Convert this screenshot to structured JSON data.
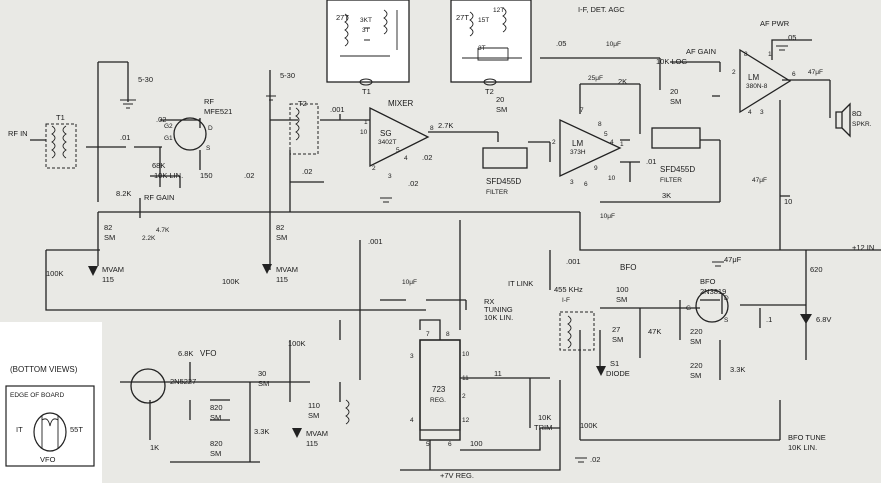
{
  "header": {
    "if_det_agc": "I-F, DET. AGC"
  },
  "af_power": {
    "title": "AF PWR",
    "ic": "LM",
    "ic_part": "380N-8",
    "cap_05": ".05",
    "cap_47uf": "47μF",
    "speaker": "8Ω",
    "speaker_label": "SPKR.",
    "pin8": "8",
    "pin1": "1",
    "pin2": "2",
    "pin6": "6",
    "pin4": "4",
    "pin3": "3"
  },
  "af_gain": {
    "title": "AF GAIN",
    "pot": "10K LOG",
    "cap_in": ".05",
    "cap_10uf": "10μF"
  },
  "rf_in": {
    "label": "RF IN"
  },
  "t1": {
    "label": "T1",
    "trimmer": "5-30",
    "cap_01": ".01",
    "cap_02": ".02"
  },
  "rf_amp": {
    "title": "RF",
    "part": "MFE521",
    "g2": "G2",
    "g1": "G1",
    "d": "D",
    "s": "S",
    "r68k": "68K",
    "r10k": "10K LIN.",
    "r150": "150",
    "c02": ".02",
    "r82k": "8.2K",
    "gain": "RF GAIN",
    "r47k": "4.7K",
    "r22k": "2.2K",
    "c82": "82",
    "c82_sm": "SM",
    "r100k": "100K",
    "mvam": "MVAM",
    "mvam_n": "115"
  },
  "t2": {
    "label": "T2",
    "trimmer": "5-30",
    "c001": ".001",
    "c02": ".02",
    "c82": "82",
    "c82_sm": "SM",
    "r100k": "100K",
    "mvam": "MVAM",
    "mvam_n": "115"
  },
  "mixer": {
    "title": "MIXER",
    "part": "SG",
    "part_num": "3402T",
    "pin1": "1",
    "pin10": "10",
    "pin8": "8",
    "pin2": "2",
    "pin5": "5",
    "pin4": "4",
    "pin3": "3",
    "r27k": "2.7K",
    "c02a": ".02",
    "c02b": ".02",
    "c001": ".001"
  },
  "filter1": {
    "cap": "20",
    "cap_sm": "SM",
    "label": "SFD455D",
    "sub": "FILTER"
  },
  "if_amp": {
    "ic": "LM",
    "part": "373H",
    "c25": "25μF",
    "r2k": "2K",
    "c01": ".01",
    "r3k": "3K",
    "c10uf": "10μF",
    "r10": "10",
    "pin7": "7",
    "pin8": "8",
    "pin5": "5",
    "pin4": "4",
    "pin1": "1",
    "pin2": "2",
    "pin9": "9",
    "pin10": "10",
    "pin3": "3",
    "pin6": "6"
  },
  "filter2": {
    "cap": "20",
    "cap_sm": "SM",
    "label": "SFD455D",
    "sub": "FILTER",
    "c47": "47μF"
  },
  "supply": {
    "plus12": "+12 IN",
    "c47": "47μF",
    "r620": "620",
    "zener": "6.8V",
    "reg_label": "+7V REG."
  },
  "bfo": {
    "title": "BFO",
    "part": "2N3819",
    "g": "G",
    "d": "D",
    "s": "S",
    "c100": "100",
    "c100_sm": "SM",
    "r47k": "47K",
    "c27": "27",
    "c27_sm": "SM",
    "diode": "S1",
    "diode_label": "DIODE",
    "c220a": "220",
    "c220a_sm": "SM",
    "c220b": "220",
    "c220b_sm": "SM",
    "r33k": "3.3K",
    "c_1": ".1",
    "r100k": "100K",
    "c02": ".02",
    "tune": "BFO TUNE",
    "tune_pot": "10K LIN.",
    "link": "IT LINK",
    "if_label": "455 KHz",
    "if_sub": "I-F",
    "c001": ".001"
  },
  "rx_tuning": {
    "title": "RX",
    "sub": "TUNING",
    "pot": "10K LIN.",
    "c10uf": "10μF"
  },
  "vfo": {
    "title": "VFO",
    "part": "2N5227",
    "r68k": "6.8K",
    "c30": "30",
    "c30_sm": "SM",
    "c110": "110",
    "c110_sm": "SM",
    "c820a": "820",
    "c820a_sm": "SM",
    "c820b": "820",
    "c820b_sm": "SM",
    "r33k": "3.3K",
    "r1k": "1K",
    "r100k": "100K",
    "mvam": "MVAM",
    "mvam_n": "115"
  },
  "regulator": {
    "part": "723",
    "sub": "REG.",
    "r11": "11",
    "trim": "10K",
    "trim_sub": "TRIM",
    "c100": "100",
    "pin7": "7",
    "pin8": "8",
    "pin10": "10",
    "pin3": "3",
    "pin2": "2",
    "pin11": "11",
    "pin5": "5",
    "pin6": "6",
    "pin12": "12",
    "pin4": "4"
  },
  "inset_t1": {
    "label": "T1",
    "w1": "27T",
    "w2": "3KT",
    "w3": "3T"
  },
  "inset_t2": {
    "label": "T2",
    "w1": "27T",
    "w2": "12T",
    "w3": "15T",
    "w4": "3T"
  },
  "inset_vfo": {
    "bottom": "(BOTTOM VIEWS)",
    "edge": "EDGE OF BOARD",
    "it": "IT",
    "t55": "55T",
    "vfo": "VFO"
  }
}
